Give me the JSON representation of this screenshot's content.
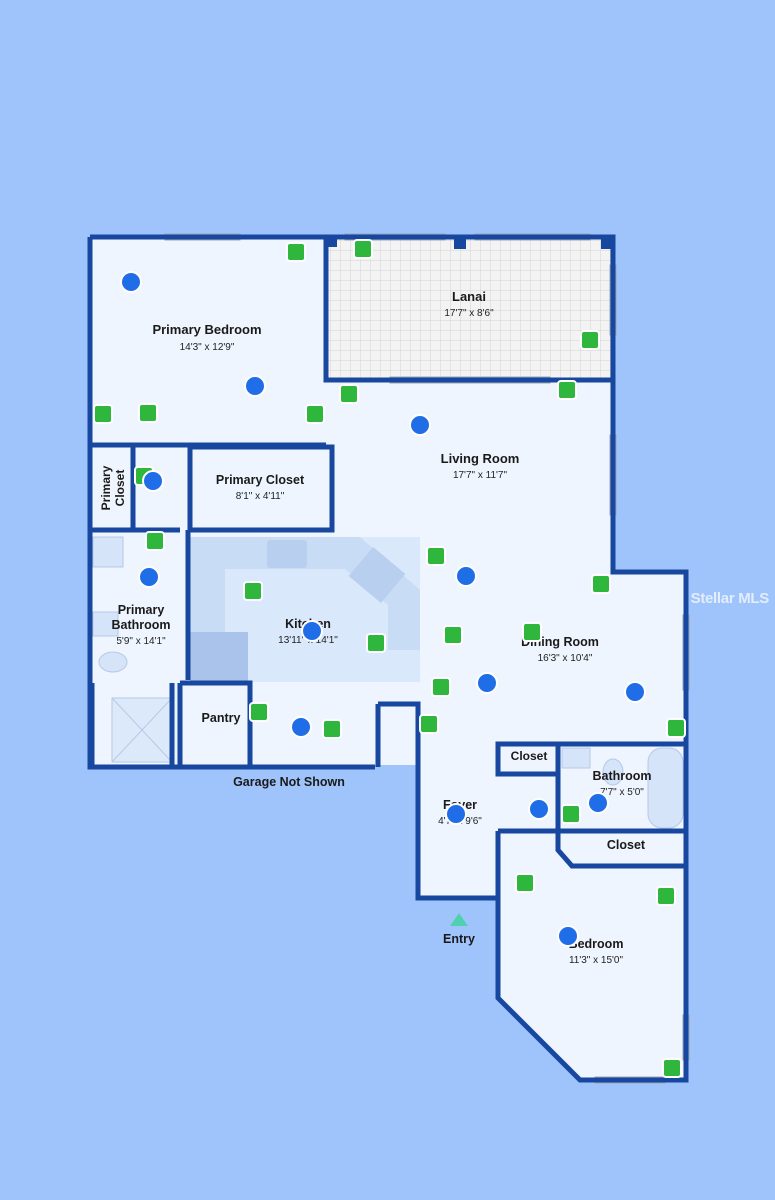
{
  "rooms": {
    "primary_bedroom": {
      "name": "Primary Bedroom",
      "dims": "14'3\" x 12'9\""
    },
    "lanai": {
      "name": "Lanai",
      "dims": "17'7\" x 8'6\""
    },
    "living_room": {
      "name": "Living Room",
      "dims": "17'7\" x 11'7\""
    },
    "primary_closet_small": {
      "name_line1": "Primary",
      "name_line2": "Closet"
    },
    "primary_closet": {
      "name": "Primary Closet",
      "dims": "8'1\" x 4'11\""
    },
    "primary_bathroom": {
      "name_line1": "Primary",
      "name_line2": "Bathroom",
      "dims": "5'9\" x 14'1\""
    },
    "kitchen": {
      "name": "Kitchen",
      "dims": "13'11\" x 14'1\""
    },
    "dining_room": {
      "name": "Dining Room",
      "dims": "16'3\" x 10'4\""
    },
    "pantry": {
      "name": "Pantry"
    },
    "closet_a": {
      "name": "Closet"
    },
    "bathroom": {
      "name": "Bathroom",
      "dims": "7'7\" x 5'0\""
    },
    "foyer": {
      "name": "Foyer",
      "dims": "4'7\" x 9'6\""
    },
    "closet_b": {
      "name": "Closet"
    },
    "bedroom": {
      "name": "Bedroom",
      "dims": "11'3\" x 15'0\""
    }
  },
  "labels": {
    "garage_note": "Garage Not Shown",
    "entry": "Entry"
  },
  "watermark": "Stellar MLS",
  "colors": {
    "background": "#9fc4fb",
    "wall": "#17479e",
    "floor": "#eef5fe",
    "camera_marker": "#2fb63c",
    "viewpoint_marker": "#1f6ee8"
  }
}
